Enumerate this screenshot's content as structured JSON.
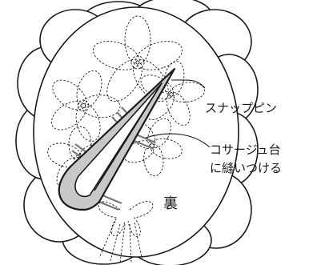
{
  "labels": {
    "snap_pin": "スナップピン",
    "sew_to_base_line1": "コサージュ台",
    "sew_to_base_line2": "に縫いつける",
    "back_side": "裏"
  },
  "colors": {
    "ink": "#1a1a1a",
    "pin_fill": "#c8c8c8",
    "paper": "#ffffff"
  }
}
